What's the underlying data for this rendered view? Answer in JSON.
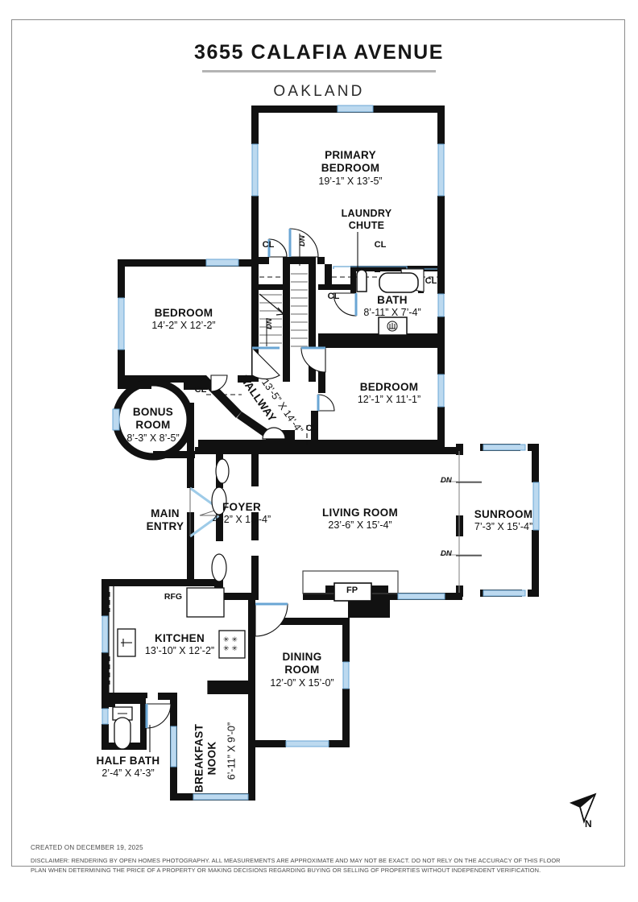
{
  "header": {
    "title": "3655 CALAFIA AVENUE",
    "subtitle": "OAKLAND"
  },
  "rooms": [
    {
      "id": "primary-bedroom",
      "name": "PRIMARY\nBEDROOM",
      "dim": "19’-1” X 13’-5”"
    },
    {
      "id": "bedroom-front",
      "name": "BEDROOM",
      "dim": "14’-2” X 12’-2”"
    },
    {
      "id": "bath",
      "name": "BATH",
      "dim": "8’-11” X 7’-4”"
    },
    {
      "id": "bedroom-rear",
      "name": "BEDROOM",
      "dim": "12’-1” X 11’-1”"
    },
    {
      "id": "bonus-room",
      "name": "BONUS\nROOM",
      "dim": "8’-3” X 8’-5”"
    },
    {
      "id": "hallway",
      "name": "HALLWAY",
      "dim": "13’-5” X 14’-4”"
    },
    {
      "id": "foyer",
      "name": "FOYER",
      "dim": "4’-2” X 15’-4”"
    },
    {
      "id": "living-room",
      "name": "LIVING ROOM",
      "dim": "23’-6” X 15’-4”"
    },
    {
      "id": "sunroom",
      "name": "SUNROOM",
      "dim": "7’-3” X 15’-4”"
    },
    {
      "id": "kitchen",
      "name": "KITCHEN",
      "dim": "13’-10” X 12’-2”"
    },
    {
      "id": "dining-room",
      "name": "DINING\nROOM",
      "dim": "12’-0” X 15’-0”"
    },
    {
      "id": "breakfast-nook",
      "name": "BREAKFAST\nNOOK",
      "dim": "6’-11” X 9’-0”"
    },
    {
      "id": "half-bath",
      "name": "HALF BATH",
      "dim": "2’-4” X 4’-3”"
    },
    {
      "id": "main-entry",
      "name": "MAIN\nENTRY",
      "dim": ""
    }
  ],
  "tags": {
    "laundry_chute": "LAUNDRY\nCHUTE",
    "closet": "CL",
    "refrigerator": "RFG",
    "fireplace": "FP",
    "down": "DN",
    "north": "N"
  },
  "closets": [
    "CL",
    "CL",
    "CL",
    "CL",
    "CL",
    "CL",
    "CL"
  ],
  "down_markers": [
    "DN",
    "DN",
    "DN",
    "DN"
  ],
  "footer": {
    "created": "CREATED ON DECEMBER 19, 2025",
    "disclaimer": "DISCLAIMER: RENDERING BY OPEN HOMES PHOTOGRAPHY. ALL MEASUREMENTS ARE APPROXIMATE AND MAY NOT BE EXACT. DO NOT RELY ON THE ACCURACY OF THIS FLOOR PLAN WHEN DETERMINING THE PRICE OF A PROPERTY OR MAKING DECISIONS REGARDING BUYING OR SELLING OF PROPERTIES WITHOUT INDEPENDENT VERIFICATION."
  },
  "colors": {
    "wall": "#111111",
    "window": "#bcd9ef",
    "window_line": "#6aa6d4",
    "paper": "#ffffff",
    "frame": "#8c8c8c",
    "text": "#1a1a1a",
    "footer_text": "#4a4a4a"
  }
}
